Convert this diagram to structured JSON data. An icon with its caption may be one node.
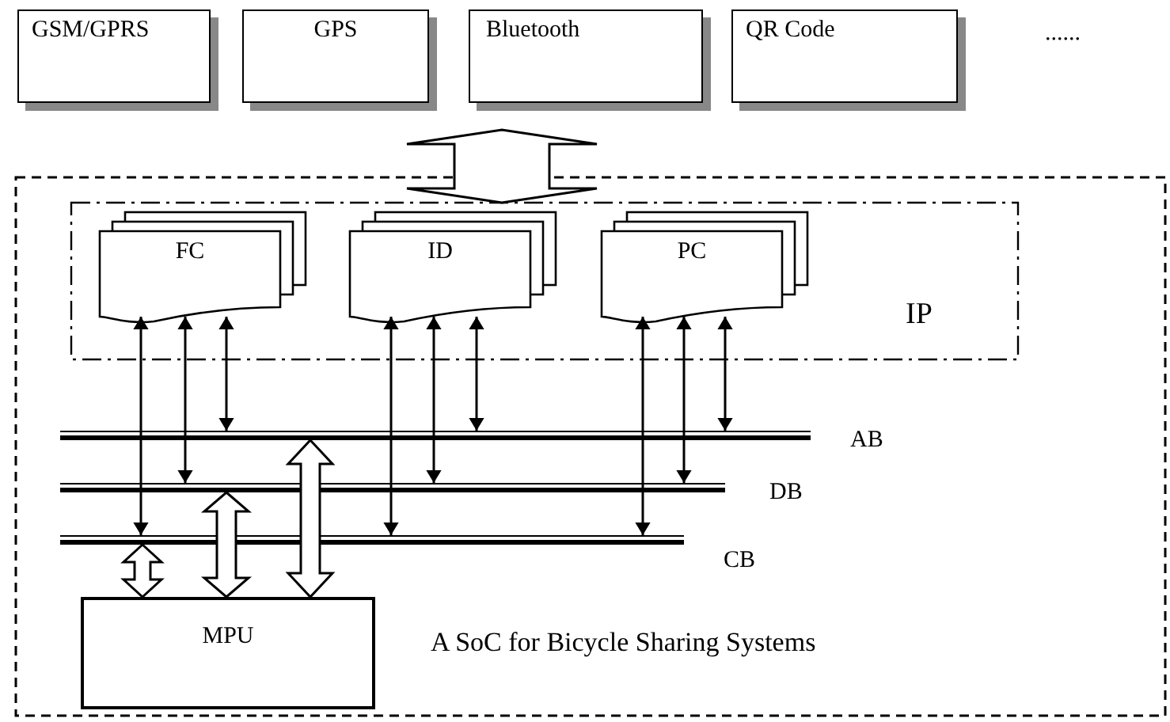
{
  "diagram": {
    "nodes": [
      {
        "text": [
          "GSM/GPRS"
        ]
      },
      {
        "text": [
          "GPS"
        ]
      },
      {
        "text": [
          "Bluetooth"
        ]
      },
      {
        "text": [
          "QR Code"
        ]
      },
      {
        "text": [
          "A SoC for Bicycle Sharing Systems"
        ]
      },
      {
        "text": [
          "IP"
        ],
        "in": 4
      },
      {
        "text": [
          "FC"
        ],
        "in": 5
      },
      {
        "text": [
          "ID"
        ],
        "in": 5
      },
      {
        "text": [
          "PC"
        ],
        "in": 5
      },
      {
        "text": [
          "AB"
        ],
        "in": 4
      },
      {
        "text": [
          "DB"
        ],
        "in": 4
      },
      {
        "text": [
          "CB"
        ],
        "in": 4
      },
      {
        "text": [
          "MPU"
        ],
        "in": 4
      }
    ],
    "edges": [
      {
        "from": null,
        "to": 5,
        "arrow": "both",
        "style": "thick"
      },
      {
        "from": 6,
        "to": 11,
        "arrow": "both"
      },
      {
        "from": 6,
        "to": 10,
        "arrow": "both"
      },
      {
        "from": 6,
        "to": 9,
        "arrow": "both"
      },
      {
        "from": 7,
        "to": 11,
        "arrow": "both"
      },
      {
        "from": 7,
        "to": 10,
        "arrow": "both"
      },
      {
        "from": 7,
        "to": 9,
        "arrow": "both"
      },
      {
        "from": 8,
        "to": 11,
        "arrow": "both"
      },
      {
        "from": 8,
        "to": 10,
        "arrow": "both"
      },
      {
        "from": 8,
        "to": 9,
        "arrow": "both"
      },
      {
        "from": 11,
        "to": 12,
        "arrow": "both",
        "style": "thick"
      },
      {
        "from": 10,
        "to": 12,
        "arrow": "both",
        "style": "thick"
      },
      {
        "from": 9,
        "to": 12,
        "arrow": "both",
        "style": "thick"
      }
    ],
    "labels": [
      "......"
    ]
  }
}
